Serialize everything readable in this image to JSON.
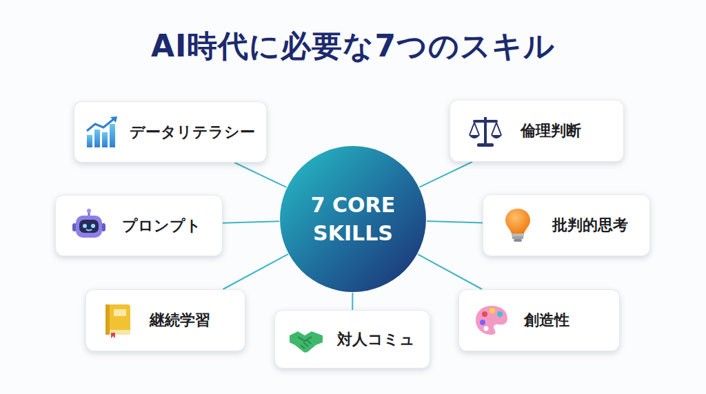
{
  "diagram": {
    "title": "AI時代に必要な7つのスキル",
    "nodes": [
      {
        "text": [
          "データリテラシー"
        ]
      },
      {
        "text": [
          "倫理判断"
        ]
      },
      {
        "text": [
          "プロンプト"
        ]
      },
      {
        "text": [
          "7 CORE SKILLS"
        ]
      },
      {
        "text": [
          "批判的思考"
        ]
      },
      {
        "text": [
          "継続学習"
        ]
      },
      {
        "text": [
          "対人コミュ"
        ]
      },
      {
        "text": [
          "創造性"
        ]
      }
    ],
    "edges": [
      {
        "from": 3,
        "to": 0,
        "arrow": "none"
      },
      {
        "from": 3,
        "to": 1,
        "arrow": "none"
      },
      {
        "from": 3,
        "to": 2,
        "arrow": "none"
      },
      {
        "from": 3,
        "to": 4,
        "arrow": "none"
      },
      {
        "from": 3,
        "to": 5,
        "arrow": "none"
      },
      {
        "from": 3,
        "to": 6,
        "arrow": "none"
      },
      {
        "from": 3,
        "to": 7,
        "arrow": "none"
      }
    ]
  }
}
